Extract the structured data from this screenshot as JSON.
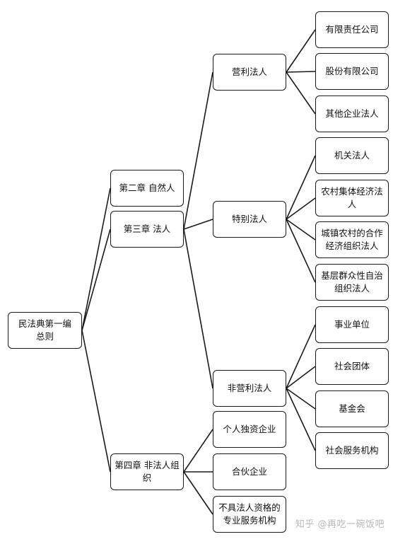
{
  "root": "民法典第一编\n总则",
  "chapters": {
    "ch2": "第二章 自然人",
    "ch3": "第三章 法人",
    "ch4": "第四章 非法人组\n织"
  },
  "categories": {
    "yingli": "营利法人",
    "tebie": "特别法人",
    "feiyingli": "非营利法人"
  },
  "leaves": {
    "youxian": "有限责任公司",
    "gufen": "股份有限公司",
    "qita": "其他企业法人",
    "jiguan": "机关法人",
    "nongcun": "农村集体经济法\n人",
    "chengzhen": "城镇农村的合作\n经济组织法人",
    "jiceng": "基层群众性自治\n组织法人",
    "shiye": "事业单位",
    "shehui_tuanti": "社会团体",
    "jijinhui": "基金会",
    "fuwu": "社会服务机构",
    "geren": "个人独资企业",
    "hehuo": "合伙企业",
    "buju": "不具法人资格的\n专业服务机构"
  },
  "watermark": "知乎 @再吃一碗饭吧"
}
